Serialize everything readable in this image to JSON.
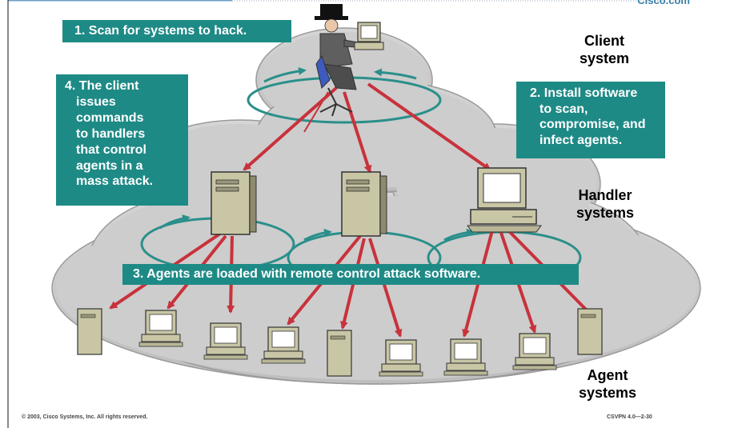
{
  "brand": {
    "text": "Cisco.com"
  },
  "labels": {
    "client": [
      "Client",
      "system"
    ],
    "handler": [
      "Handler",
      "systems"
    ],
    "agent": [
      "Agent",
      "systems"
    ]
  },
  "callouts": {
    "scan": [
      "1. Scan for systems to hack."
    ],
    "install": [
      "2. Install software",
      "to scan,",
      "compromise, and",
      "infect agents."
    ],
    "agents_loaded": [
      "3. Agents are loaded with remote control attack software."
    ],
    "client_issues": [
      "4. The client",
      "issues",
      "commands",
      "to handlers",
      "that control",
      "agents in a",
      "mass attack."
    ]
  },
  "footer": {
    "copyright": "© 2003, Cisco Systems, Inc. All rights reserved.",
    "course": "CSVPN 4.0—2-30"
  },
  "colors": {
    "callout_bg": "#1e8a86",
    "arrow": "#c8323c",
    "cloud": "#c9c9c9",
    "ring": "#2a8f8a"
  }
}
